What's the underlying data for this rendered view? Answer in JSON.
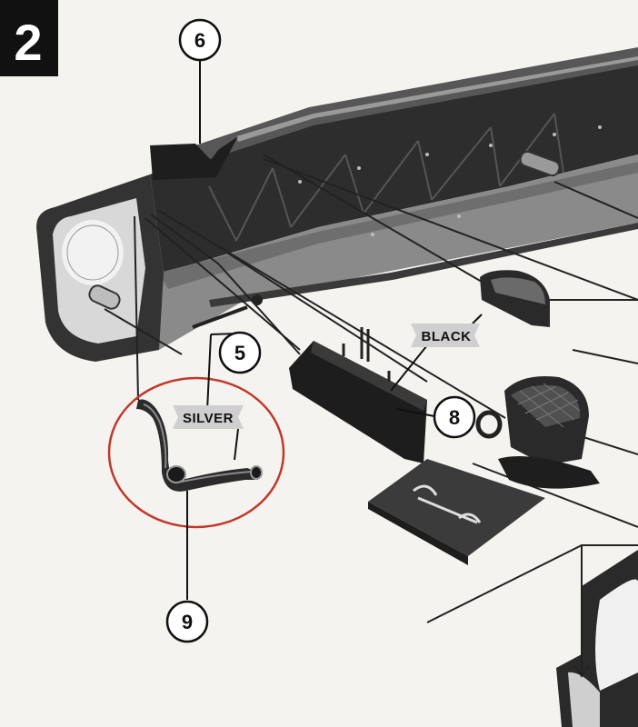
{
  "step": {
    "number": "2"
  },
  "callouts": [
    {
      "id": "c6",
      "label": "6"
    },
    {
      "id": "c5",
      "label": "5"
    },
    {
      "id": "c8",
      "label": "8"
    },
    {
      "id": "c9",
      "label": "9"
    }
  ],
  "tags": {
    "black": "BLACK",
    "silver": "SILVER"
  },
  "colors": {
    "paper": "#f4f3f0",
    "ink": "#111111",
    "highlight_circle": "#c0392b",
    "tag_fill": "#cfcfcf"
  }
}
